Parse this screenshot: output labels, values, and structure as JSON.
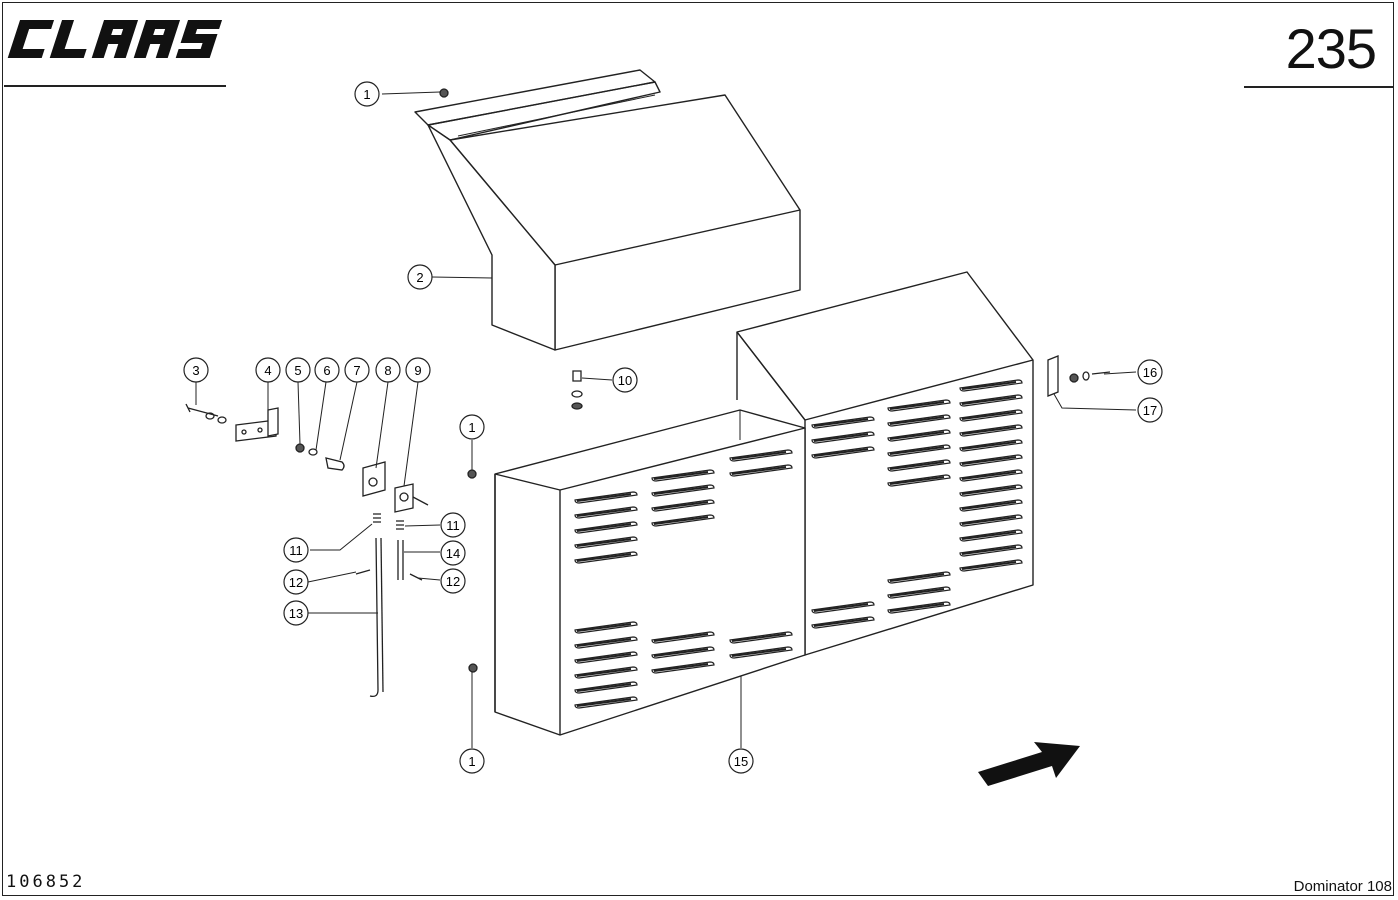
{
  "header": {
    "brand": "CLAAS",
    "page_number": "235"
  },
  "footer": {
    "drawing_number": "106852",
    "model": "Dominator 108"
  },
  "callouts": [
    {
      "label": "1"
    },
    {
      "label": "2"
    },
    {
      "label": "3"
    },
    {
      "label": "4"
    },
    {
      "label": "5"
    },
    {
      "label": "6"
    },
    {
      "label": "7"
    },
    {
      "label": "8"
    },
    {
      "label": "9"
    },
    {
      "label": "10"
    },
    {
      "label": "16"
    },
    {
      "label": "17"
    },
    {
      "label": "1"
    },
    {
      "label": "11"
    },
    {
      "label": "11"
    },
    {
      "label": "14"
    },
    {
      "label": "12"
    },
    {
      "label": "12"
    },
    {
      "label": "13"
    },
    {
      "label": "1"
    },
    {
      "label": "15"
    }
  ],
  "icons": {
    "direction": "forward-arrow-icon"
  }
}
